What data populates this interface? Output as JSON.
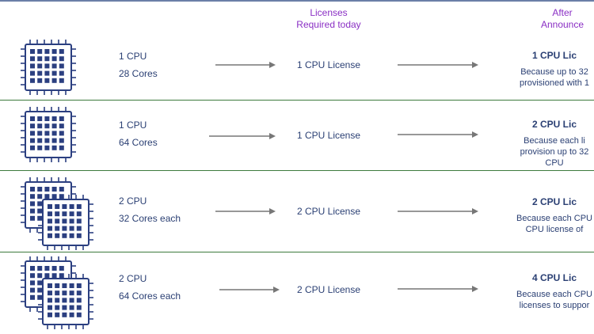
{
  "headers": {
    "required_today": [
      "Licenses",
      "Required today"
    ],
    "after": [
      "After",
      "Announce"
    ]
  },
  "rows": [
    {
      "icon": "single-cpu-chip",
      "cpu_count": "1 CPU",
      "cores": "28 Cores",
      "license_today": "1 CPU License",
      "after_title": "1 CPU Lic",
      "after_note": [
        "Because up to 32",
        "provisioned with 1"
      ]
    },
    {
      "icon": "single-cpu-chip",
      "cpu_count": "1 CPU",
      "cores": "64 Cores",
      "license_today": "1 CPU License",
      "after_title": "2 CPU Lic",
      "after_note": [
        "Because each li",
        "provision up to 32",
        "CPU"
      ]
    },
    {
      "icon": "dual-cpu-chip",
      "cpu_count": "2 CPU",
      "cores": "32 Cores each",
      "license_today": "2 CPU License",
      "after_title": "2 CPU Lic",
      "after_note": [
        "Because each CPU",
        "CPU license of"
      ]
    },
    {
      "icon": "dual-cpu-chip",
      "cpu_count": "2 CPU",
      "cores": "64 Cores each",
      "license_today": "2 CPU License",
      "after_title": "4 CPU Lic",
      "after_note": [
        "Because each CPU",
        "licenses to suppor"
      ]
    }
  ],
  "colors": {
    "header_text": "#8a2fc4",
    "body_text": "#2a3f73",
    "chip": "#2b3f80",
    "separator": "#3d7a3d",
    "arrow": "#777777"
  }
}
